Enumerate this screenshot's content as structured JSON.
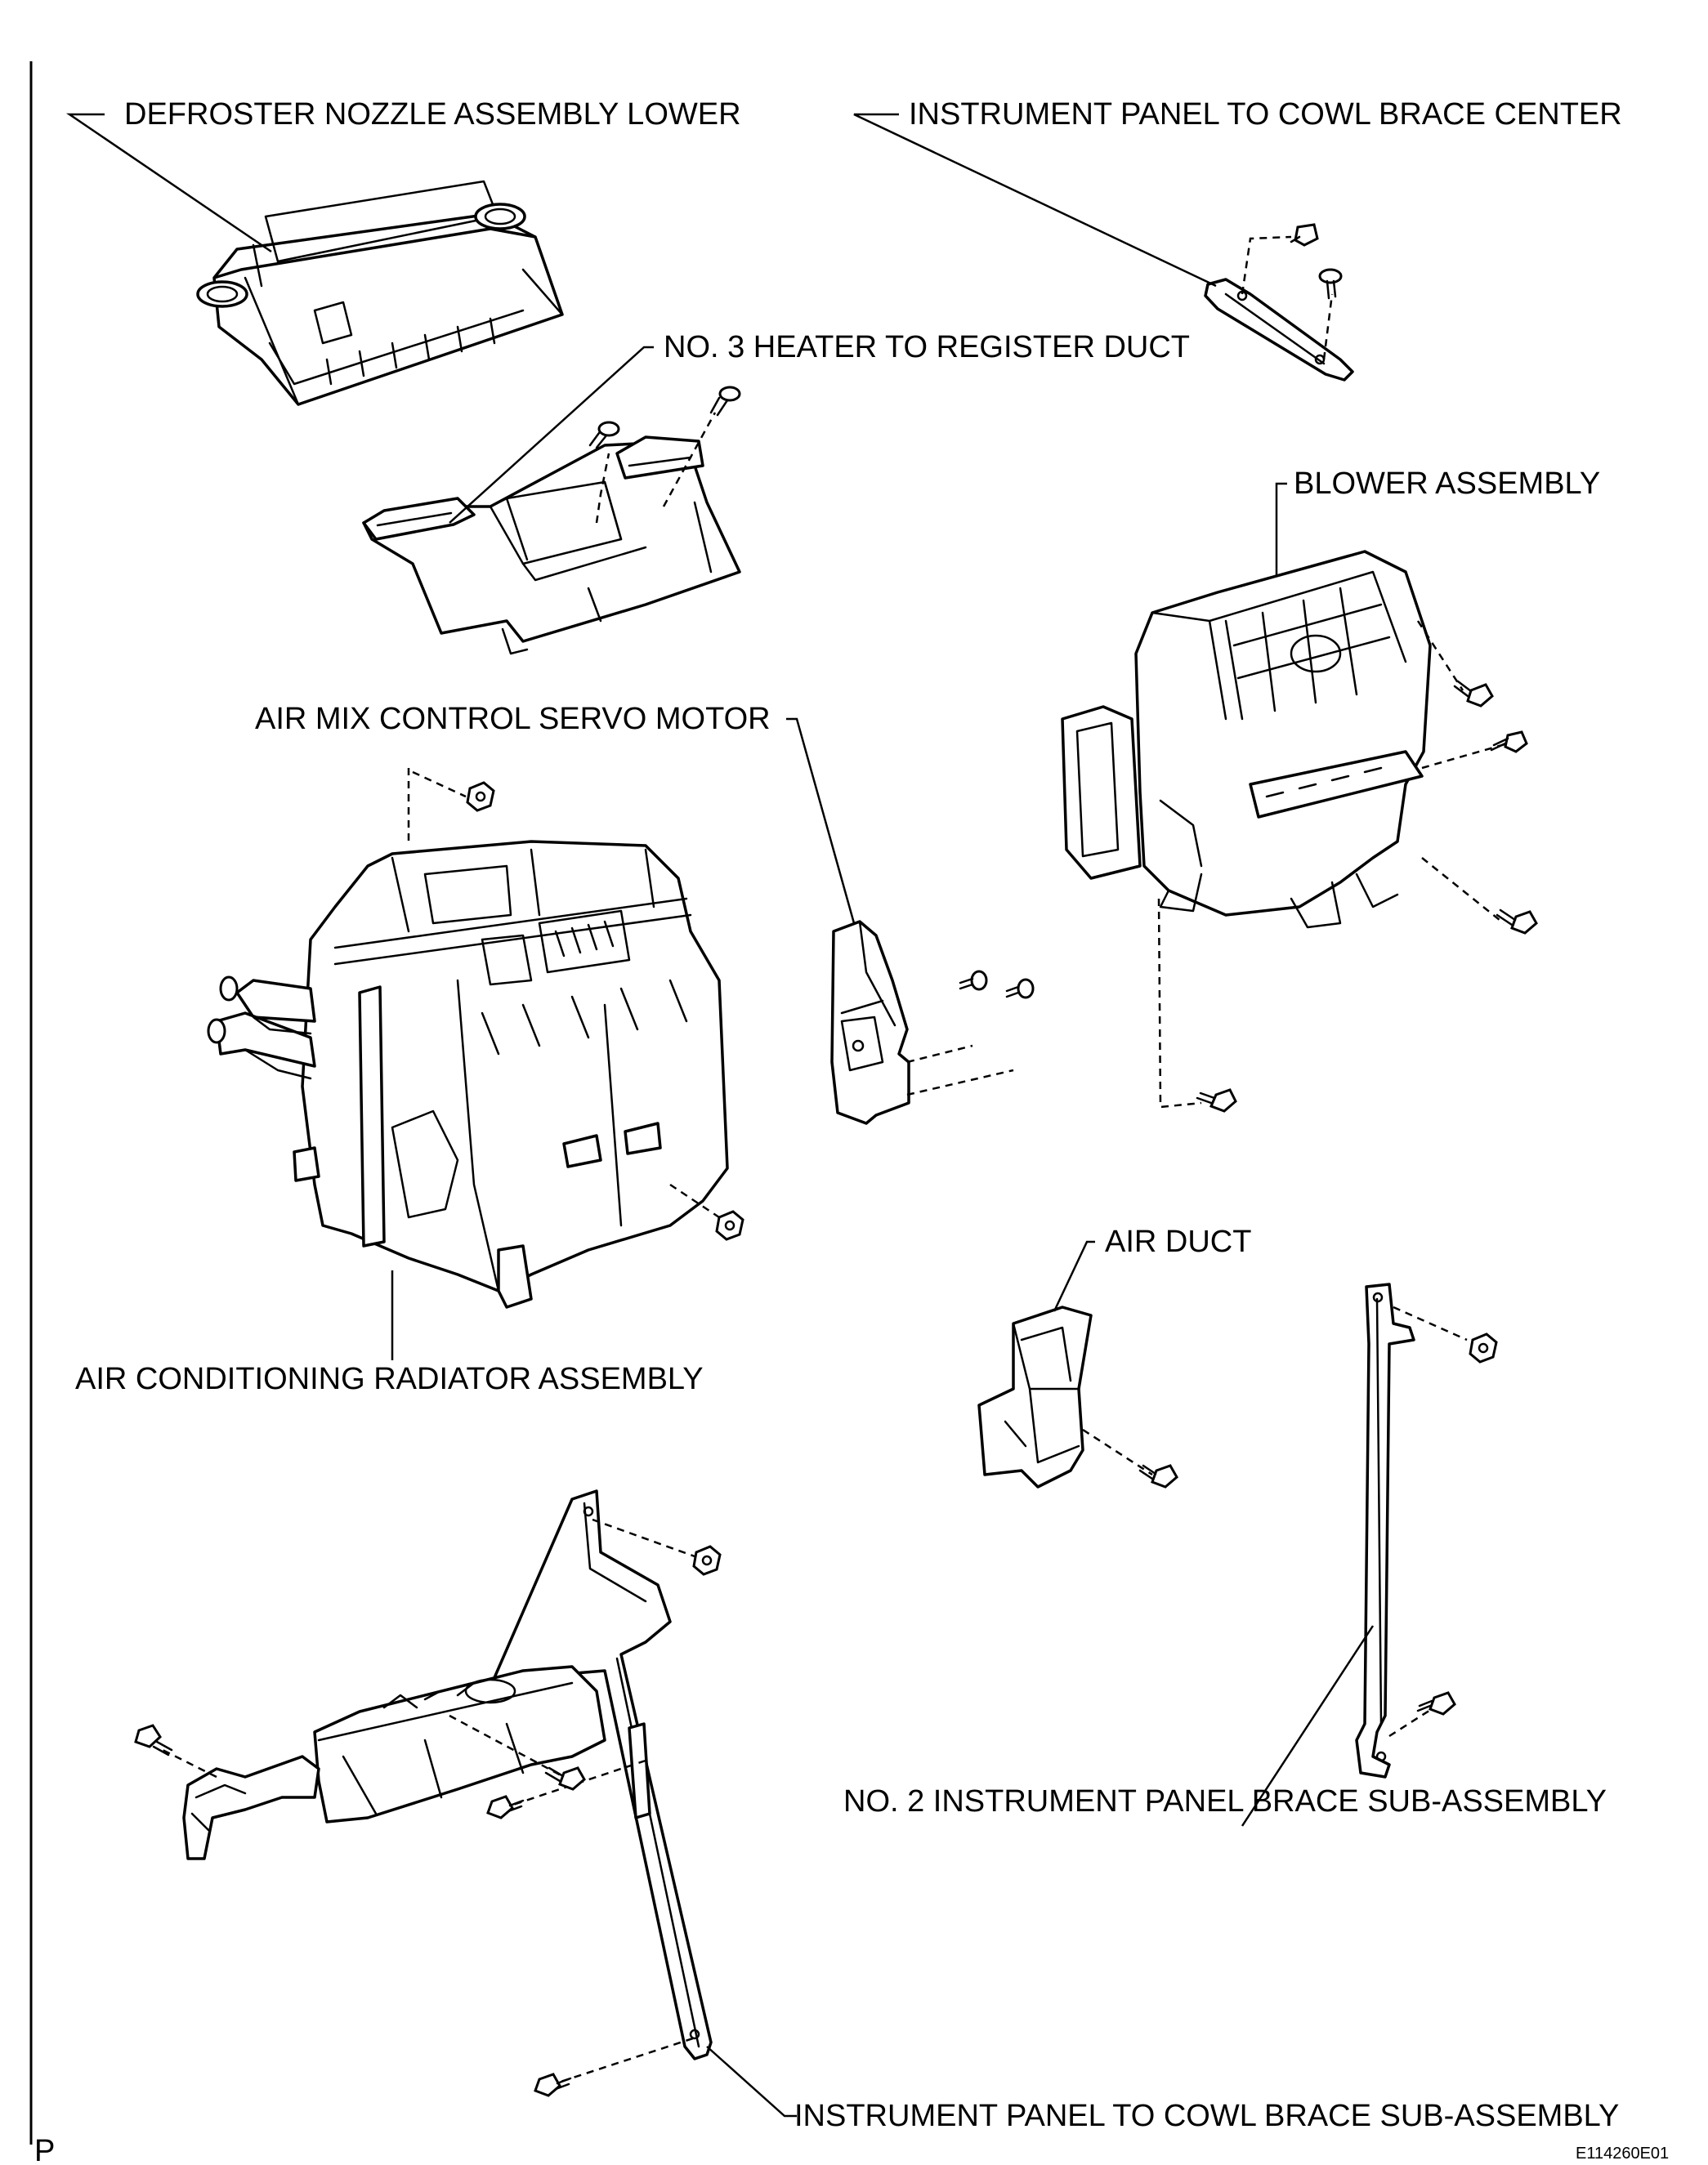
{
  "labels": {
    "defroster_nozzle": "DEFROSTER NOZZLE ASSEMBLY LOWER",
    "cowl_brace_center": "INSTRUMENT PANEL TO COWL BRACE CENTER",
    "heater_register_duct": "NO. 3 HEATER TO REGISTER DUCT",
    "blower_assembly": "BLOWER ASSEMBLY",
    "air_mix_servo": "AIR MIX CONTROL SERVO MOTOR",
    "ac_radiator": "AIR CONDITIONING RADIATOR ASSEMBLY",
    "air_duct": "AIR DUCT",
    "panel_brace_no2": "NO. 2 INSTRUMENT PANEL BRACE SUB-ASSEMBLY",
    "cowl_brace_sub": "INSTRUMENT PANEL TO COWL BRACE SUB-ASSEMBLY"
  },
  "page_mark": "P",
  "figure_code": "E114260E01"
}
